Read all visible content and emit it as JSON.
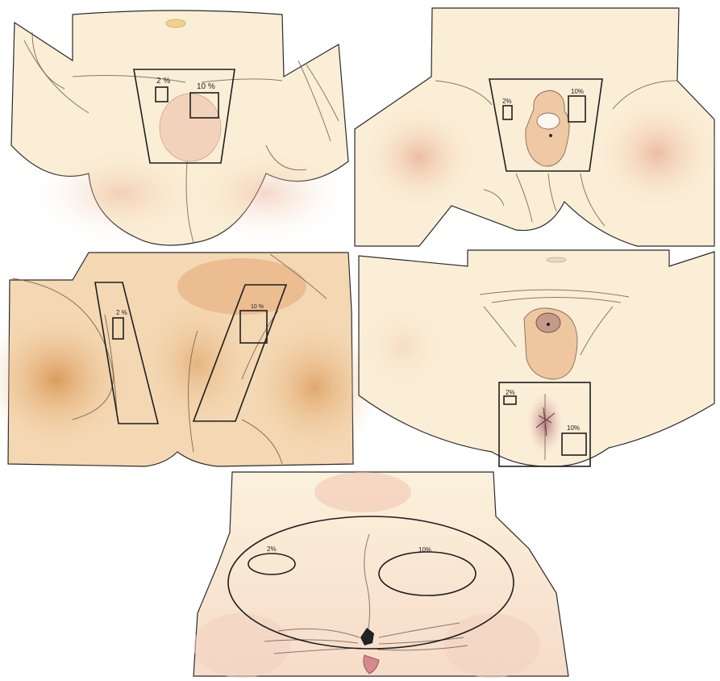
{
  "panels": [
    {
      "id": "panel-1",
      "labels": [
        "2 %",
        "10 %"
      ]
    },
    {
      "id": "panel-2",
      "labels": [
        "2%",
        "10%"
      ]
    },
    {
      "id": "panel-3",
      "labels": [
        "2 %",
        "10 %"
      ]
    },
    {
      "id": "panel-4",
      "labels": [
        "2%",
        "10%"
      ]
    },
    {
      "id": "panel-5",
      "labels": [
        "2%",
        "10%"
      ]
    }
  ],
  "colors": {
    "skin_light": "#fbefd8",
    "skin_warm": "#f5d9bb",
    "skin_blush": "#e9b49a",
    "skin_tan": "#e3a86a",
    "outline": "#2a2a2a"
  }
}
